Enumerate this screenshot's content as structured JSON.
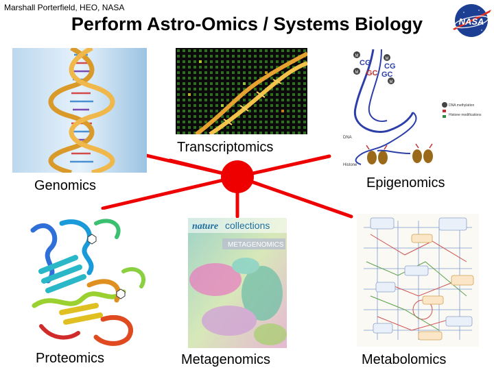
{
  "header": {
    "author": "Marshall Porterfield, HEO, NASA",
    "title": "Perform Astro-Omics / Systems Biology"
  },
  "logo": {
    "text": "NASA",
    "colors": {
      "blue": "#1c3f94",
      "red": "#e03127"
    }
  },
  "hub": {
    "color": "#ee0000"
  },
  "nodes": {
    "genomics": "Genomics",
    "transcriptomics": "Transcriptomics",
    "epigenomics": "Epigenomics",
    "proteomics": "Proteomics",
    "metagenomics": "Metagenomics",
    "metabolomics": "Metabolomics"
  },
  "epigenetics_figure": {
    "bases": [
      "CG",
      "GC"
    ],
    "mark": "M",
    "legend": [
      "DNA methylation",
      "Histone modifications"
    ],
    "labels": {
      "dna": "DNA",
      "histone": "Histone"
    }
  },
  "cover": {
    "brand_a": "nature",
    "brand_b": "collections",
    "title": "METAGENOMICS"
  }
}
